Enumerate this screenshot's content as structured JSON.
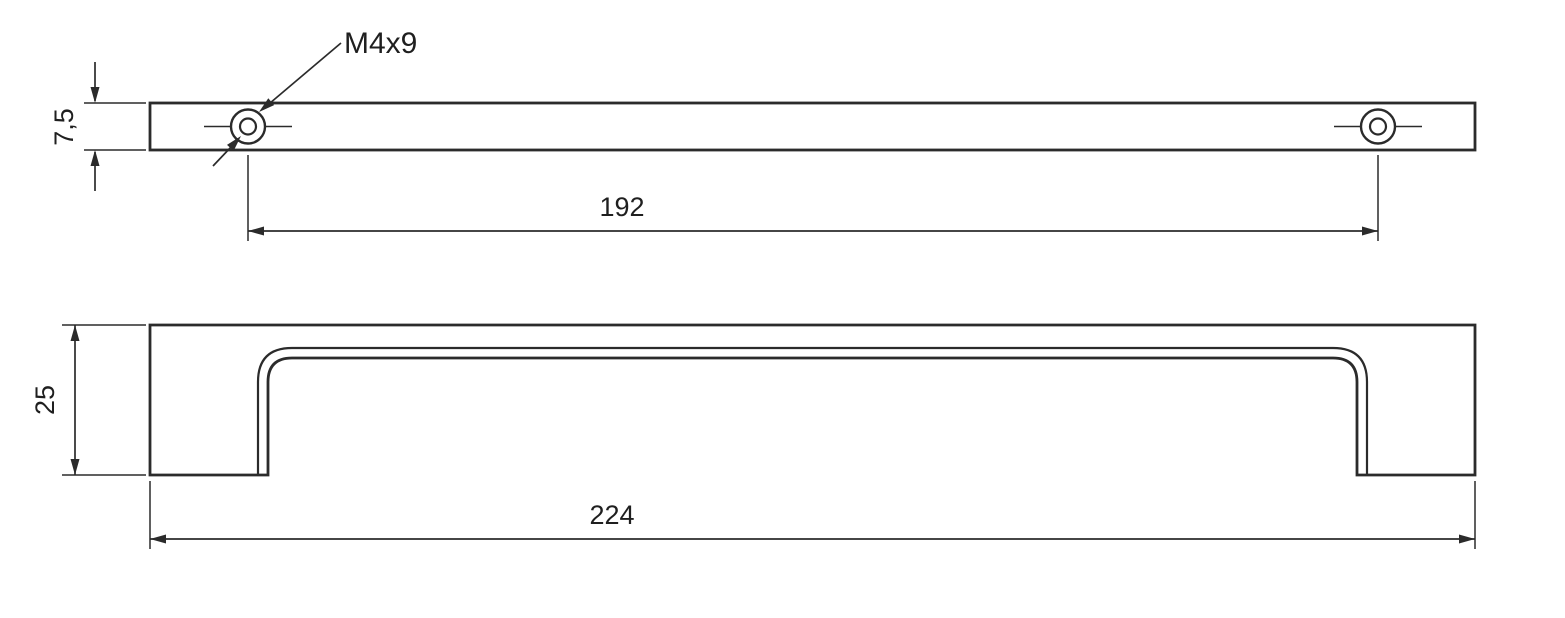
{
  "colors": {
    "background": "#ffffff",
    "line": "#2b2b2b",
    "text": "#1f1f1f"
  },
  "top_view": {
    "thread_callout": "M4x9",
    "dim_bar_height": "7,5",
    "dim_hole_spacing": "192"
  },
  "front_view": {
    "dim_handle_height": "25",
    "dim_overall_length": "224"
  }
}
